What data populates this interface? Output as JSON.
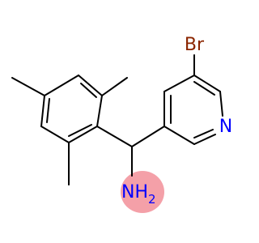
{
  "molecule": {
    "atoms": {
      "bromine": {
        "symbol": "Br",
        "color": "#8b2500"
      },
      "pyridine_nitrogen": {
        "symbol": "N",
        "color": "#0000ff"
      },
      "amine": {
        "symbol": "NH",
        "subscript": "2",
        "color": "#0000ff",
        "highlight": "#f4a0a8"
      }
    },
    "bond_color": "#000000"
  }
}
